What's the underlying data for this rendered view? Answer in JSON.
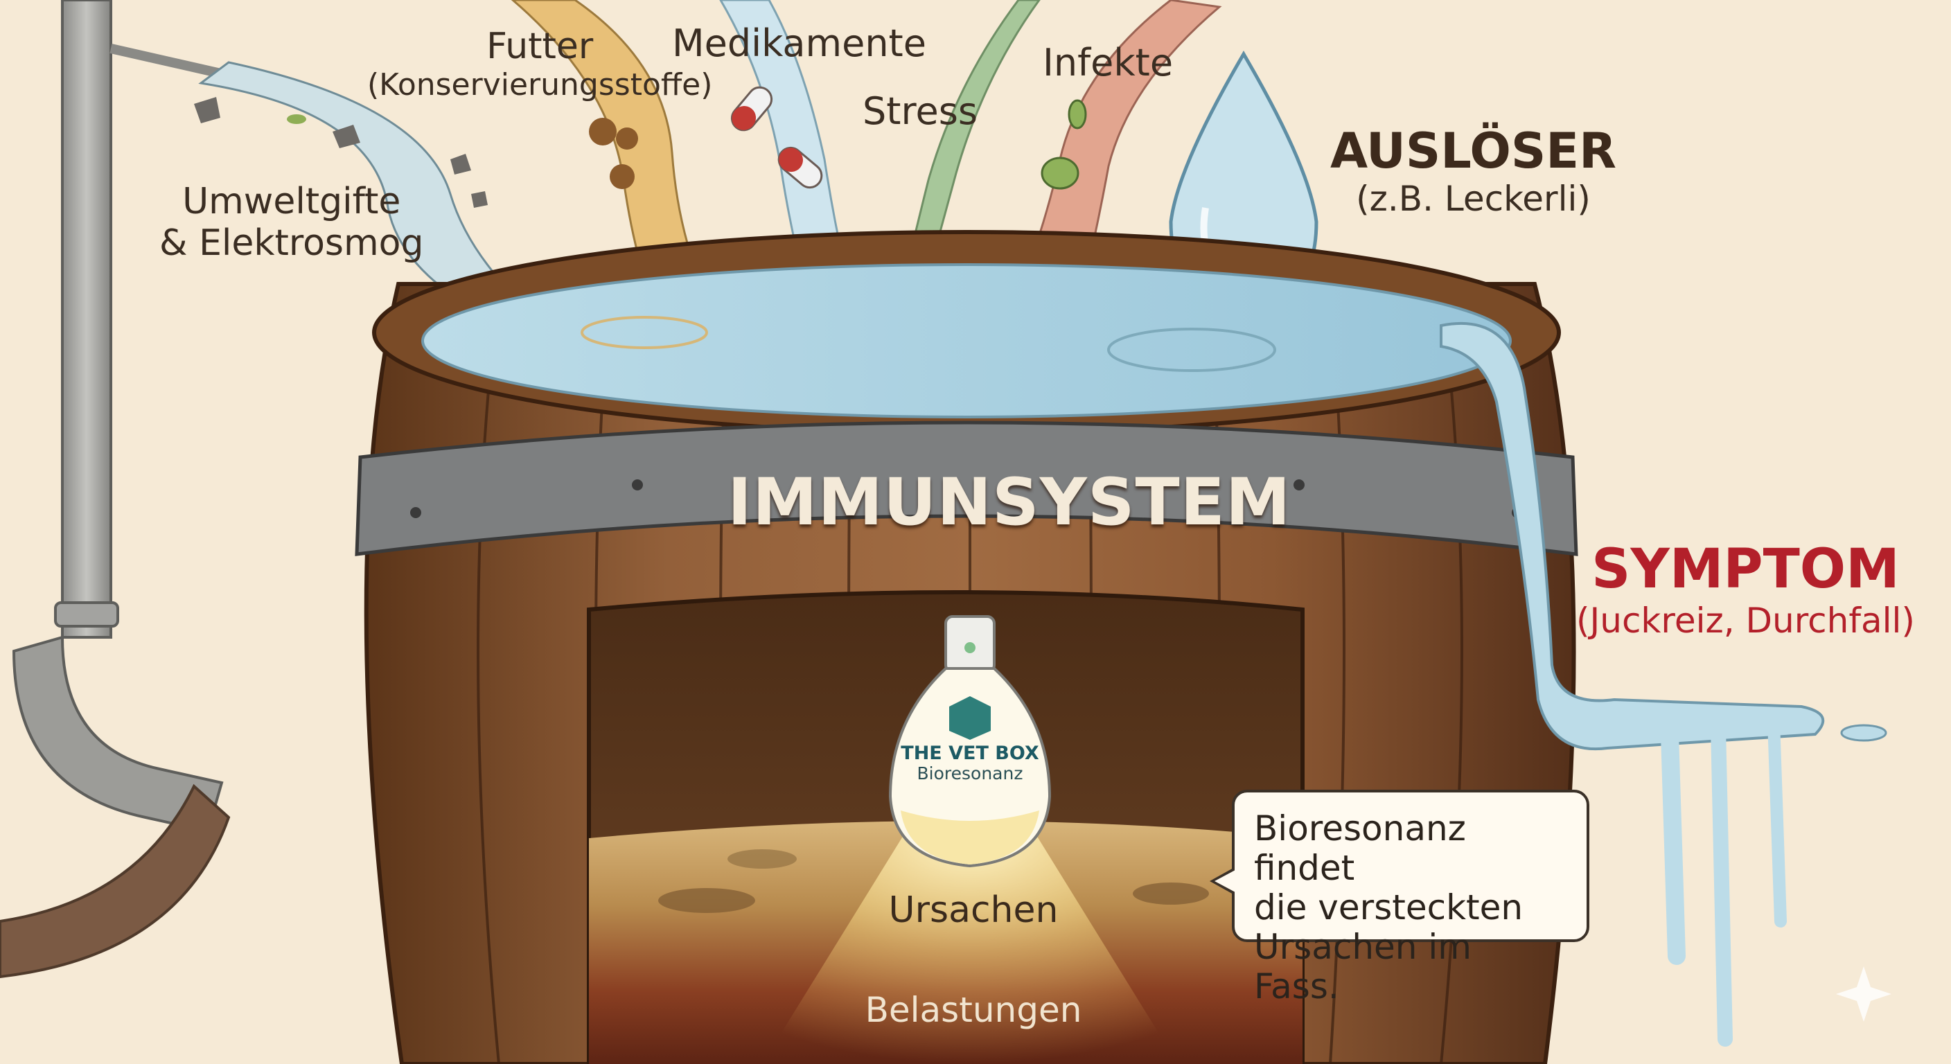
{
  "sources": {
    "umwelt": [
      "Umweltgifte",
      "& Elektrosmog"
    ],
    "futter": [
      "Futter",
      "(Konservierungsstoffe)"
    ],
    "medikamente": "Medikamente",
    "stress": "Stress",
    "infekte": "Infekte"
  },
  "trigger": {
    "title": "AUSLÖSER",
    "subtitle": "(z.B. Leckerli)"
  },
  "symptom": {
    "title": "SYMPTOM",
    "subtitle": "(Juckreiz, Durchfall)"
  },
  "barrel": {
    "label": "IMMUNSYSTEM"
  },
  "lamp": {
    "brand": "THE VET BOX",
    "subbrand": "Bioresonanz"
  },
  "inside": {
    "causes": "Ursachen",
    "burdens": "Belastungen"
  },
  "callout": {
    "lines": [
      "Bioresonanz findet",
      "die versteckten",
      "Ursachen im Fass."
    ]
  },
  "colors": {
    "background": "#f6ead6",
    "wood": "#8b5a33",
    "water": "#a9cfe0",
    "symptom": "#b3202a",
    "ink": "#3a2d22"
  }
}
